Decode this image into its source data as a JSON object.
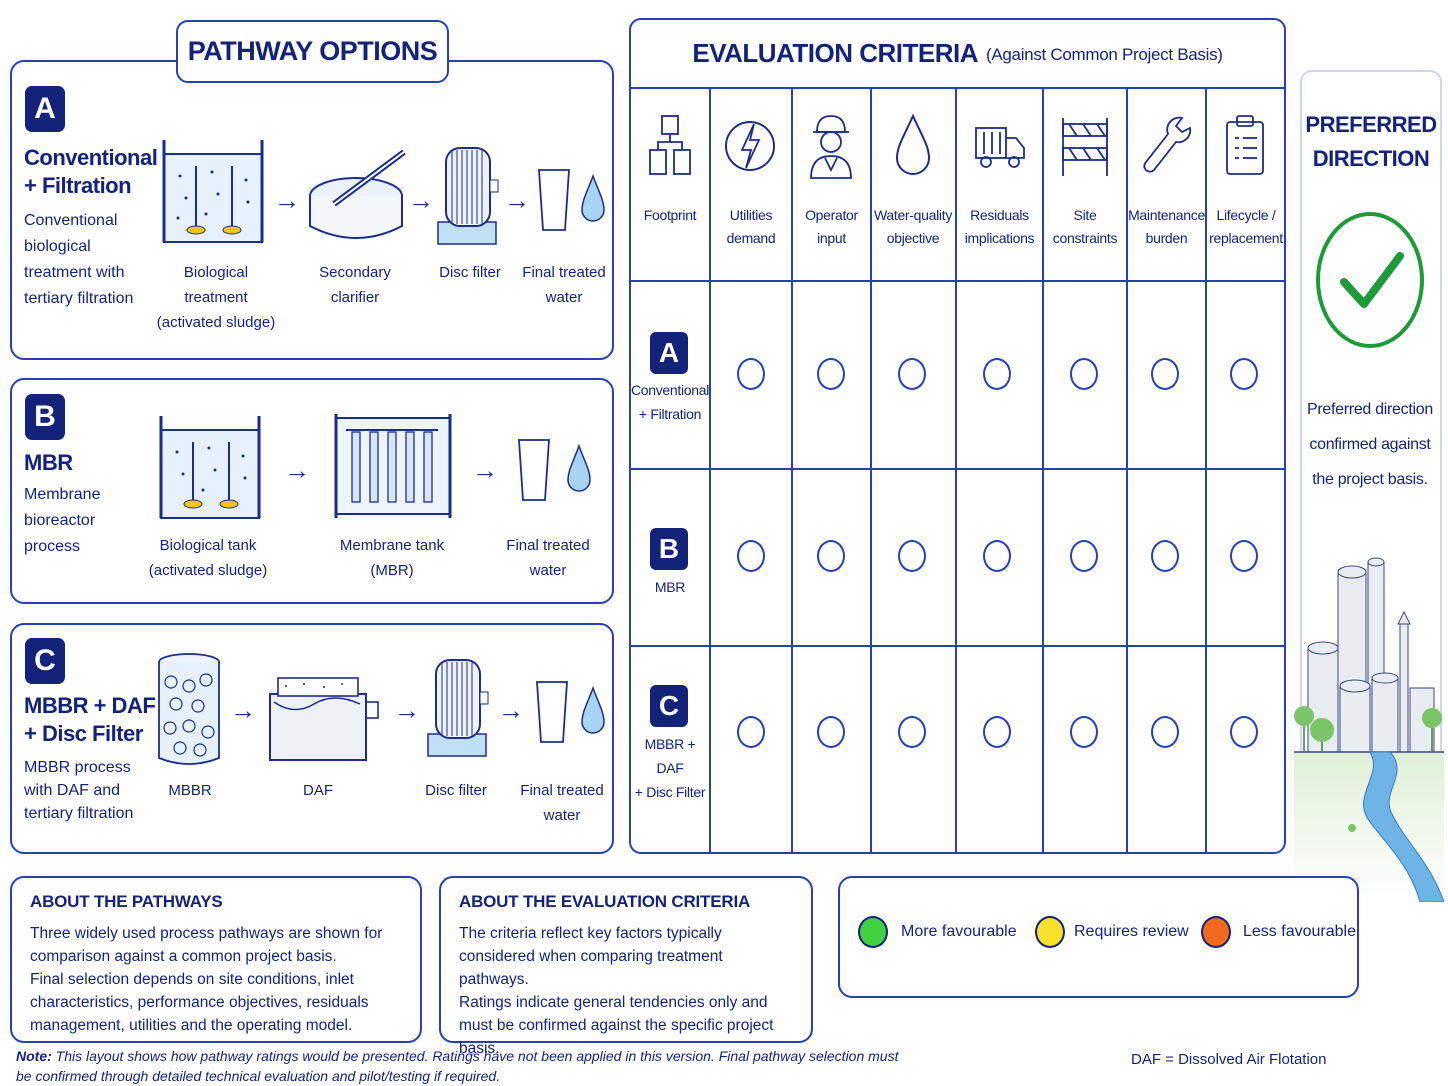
{
  "pathway_header": "PATHWAY OPTIONS",
  "evaluation_header": {
    "title": "EVALUATION CRITERIA",
    "subtitle": "(Against Common Project Basis)"
  },
  "pathways": [
    {
      "badge": "A",
      "title_line1": "Conventional",
      "title_line2": "+ Filtration",
      "description": "Conventional biological treatment with tertiary filtration",
      "steps": [
        "Biological\ntreatment\n(activated sludge)",
        "Secondary\nclarifier",
        "Disc filter",
        "Final treated\nwater"
      ]
    },
    {
      "badge": "B",
      "title_line1": "MBR",
      "title_line2": "",
      "description": "Membrane bioreactor process",
      "steps": [
        "Biological tank\n(activated sludge)",
        "Membrane tank\n(MBR)",
        "Final treated\nwater"
      ]
    },
    {
      "badge": "C",
      "title_line1": "MBBR + DAF",
      "title_line2": "+ Disc Filter",
      "description": "MBBR process with DAF and tertiary filtration",
      "steps": [
        "MBBR",
        "DAF",
        "Disc filter",
        "Final treated\nwater"
      ]
    }
  ],
  "criteria": [
    {
      "label": "Footprint",
      "icon": "footprint-icon"
    },
    {
      "label": "Utilities\ndemand",
      "icon": "lightning-icon"
    },
    {
      "label": "Operator\ninput",
      "icon": "operator-icon"
    },
    {
      "label": "Water-quality\nobjective",
      "icon": "water-drop-icon"
    },
    {
      "label": "Residuals\nimplications",
      "icon": "truck-icon"
    },
    {
      "label": "Site\nconstraints",
      "icon": "barrier-icon"
    },
    {
      "label": "Maintenance\nburden",
      "icon": "wrench-icon"
    },
    {
      "label": "Lifecycle /\nreplacement",
      "icon": "clipboard-icon"
    }
  ],
  "rows": [
    {
      "badge": "A",
      "label": "Conventional\n+ Filtration"
    },
    {
      "badge": "B",
      "label": "MBR"
    },
    {
      "badge": "C",
      "label": "MBBR + DAF\n+ Disc Filter"
    }
  ],
  "preferred": {
    "title_line1": "PREFERRED",
    "title_line2": "DIRECTION",
    "text": "Preferred direction confirmed against the project basis."
  },
  "about_pathways": {
    "title": "ABOUT THE PATHWAYS",
    "p1": "Three widely used process pathways are shown for comparison against a common project basis.",
    "p2": "Final selection depends on site conditions, inlet characteristics, performance objectives, residuals management, utilities and the operating model."
  },
  "about_criteria": {
    "title": "ABOUT THE EVALUATION CRITERIA",
    "p1": "The criteria reflect key factors typically considered when comparing treatment pathways.",
    "p2": "Ratings indicate general tendencies only and must be confirmed against the specific project basis."
  },
  "legend": [
    {
      "label": "More favourable",
      "color": "#3fd13f"
    },
    {
      "label": "Requires review",
      "color": "#f5e02c"
    },
    {
      "label": "Less favourable",
      "color": "#f26a1b"
    }
  ],
  "note": {
    "prefix": "Note:",
    "text": "This layout shows how pathway ratings would be presented. Ratings have not been applied in this version. Final pathway selection must be confirmed through detailed technical evaluation and pilot/testing if required."
  },
  "abbreviation": "DAF = Dissolved Air Flotation",
  "colors": {
    "primary": "#14237a",
    "border": "#2541b2",
    "check": "#1e9a3a"
  }
}
